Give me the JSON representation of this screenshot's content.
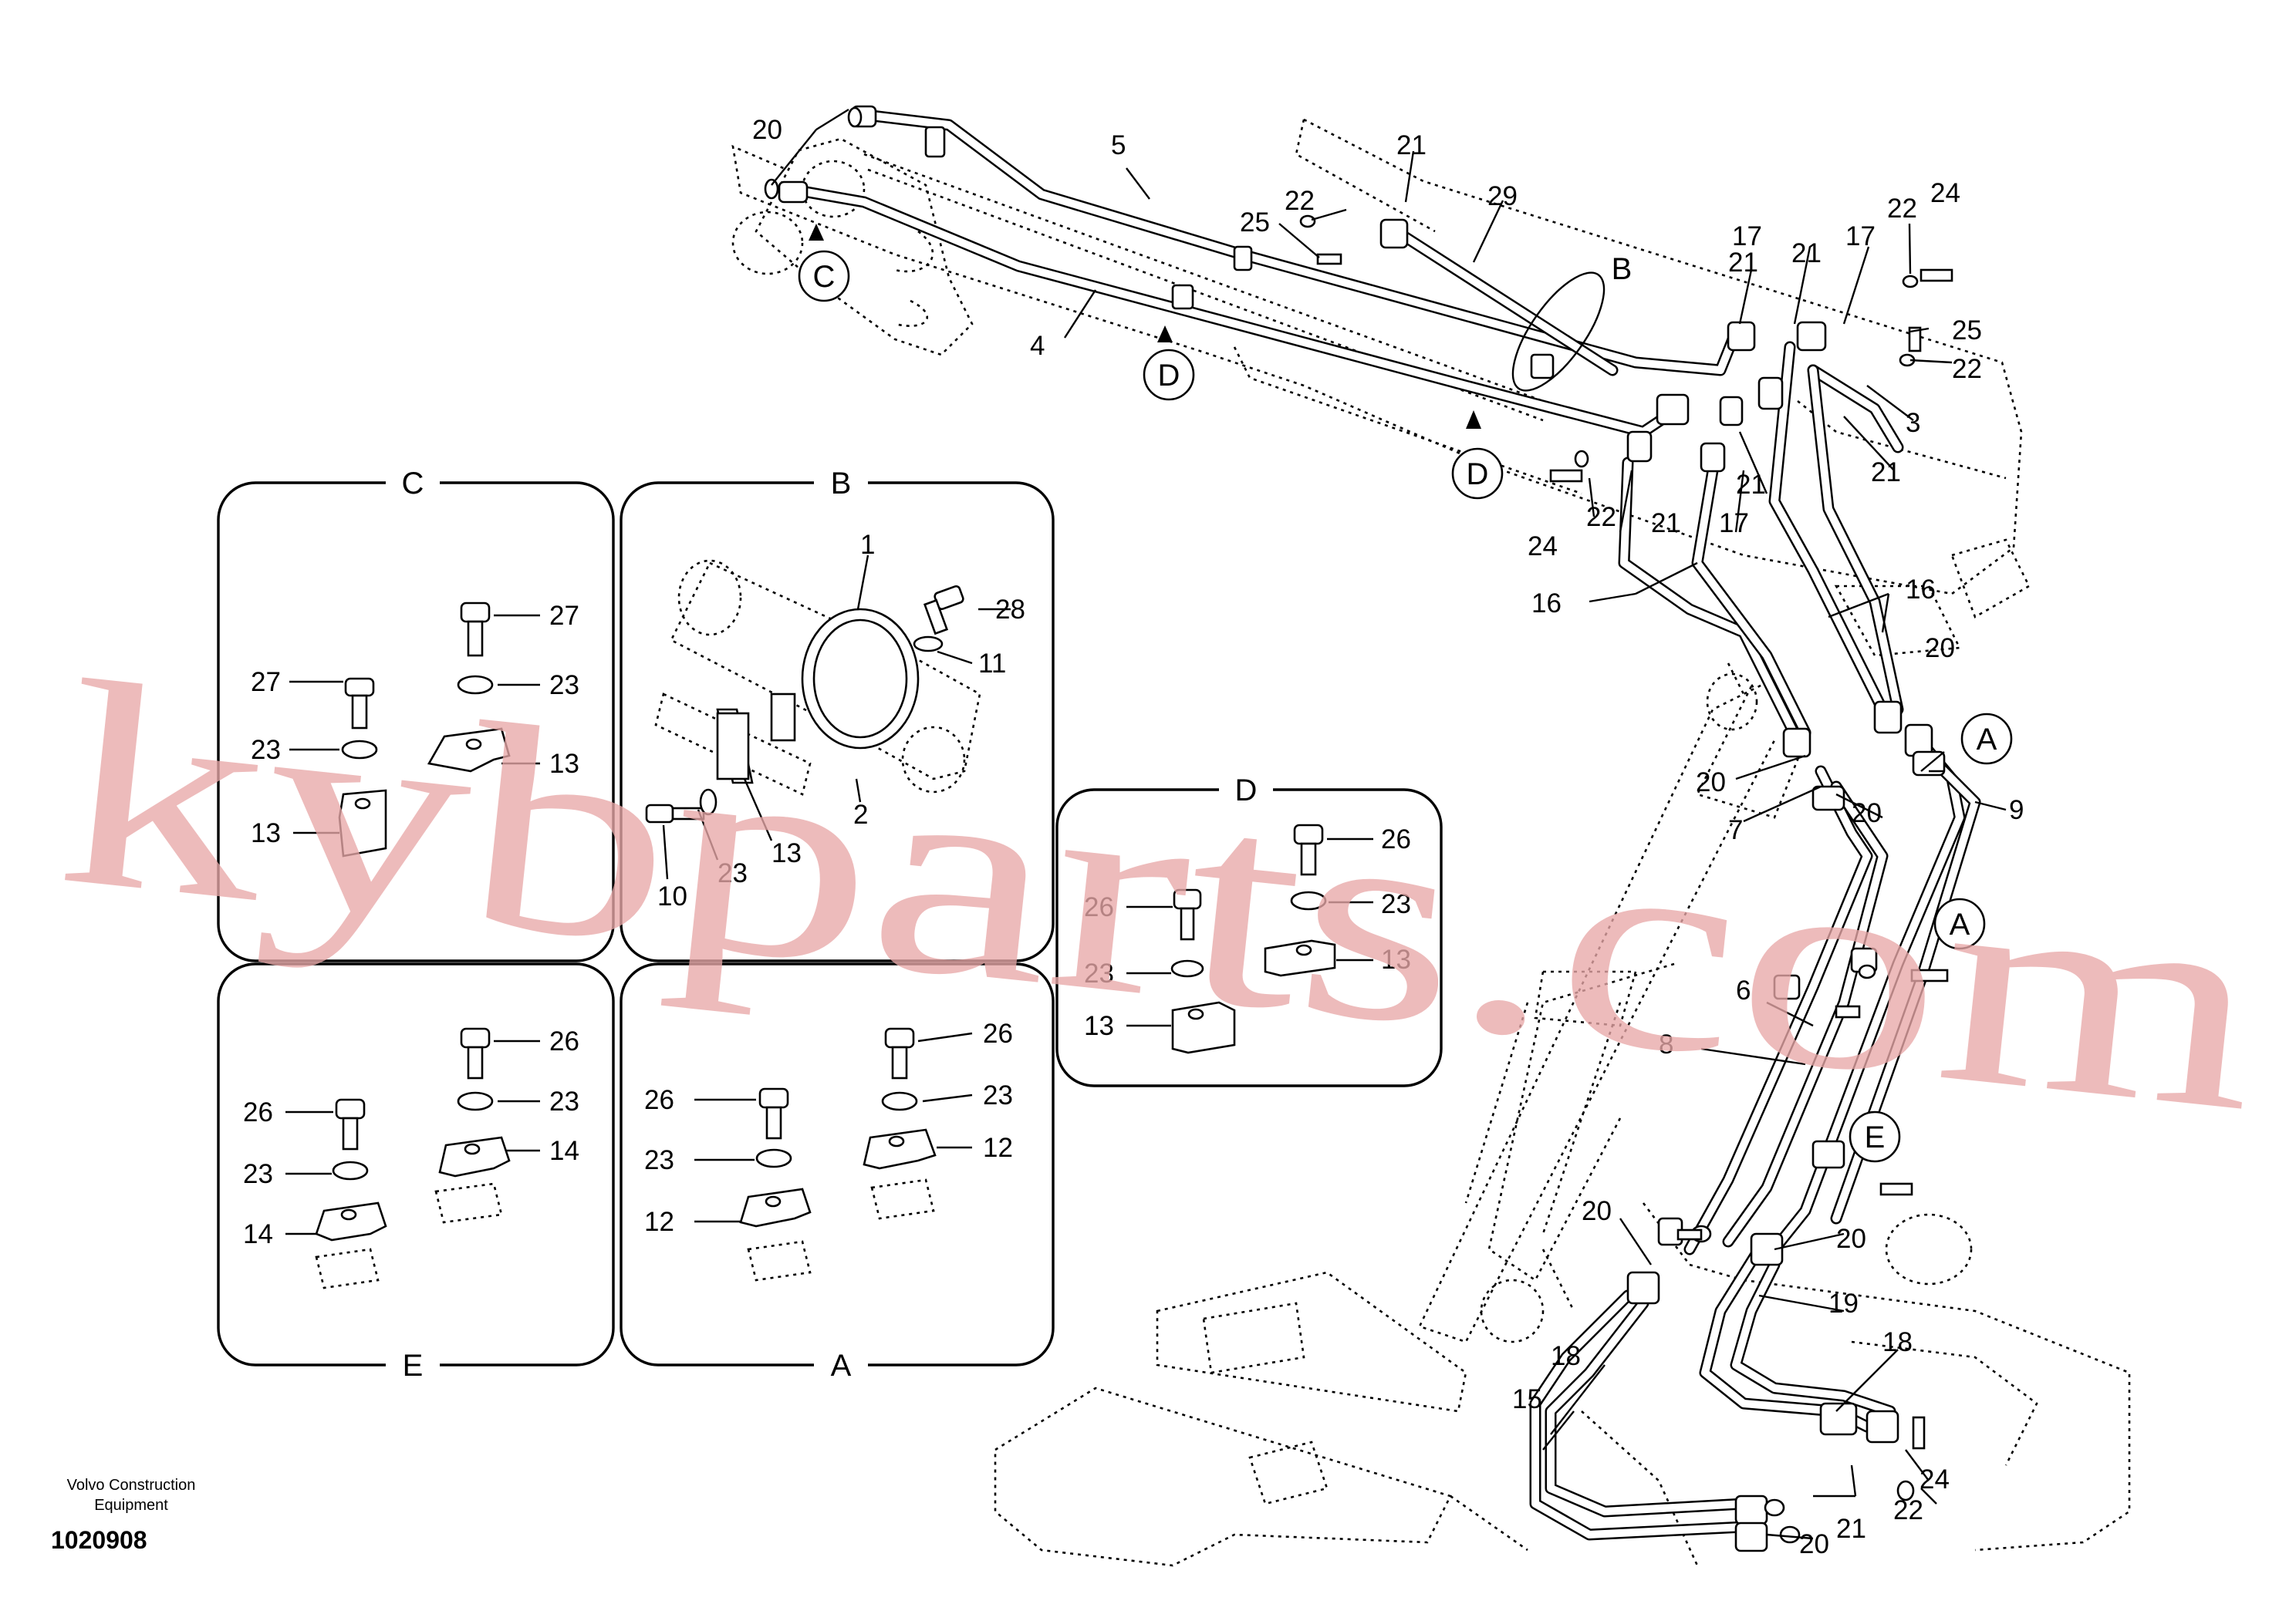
{
  "watermark": "kybparts.com",
  "footer": {
    "maker_line1": "Volvo Construction",
    "maker_line2": "Equipment",
    "document_number": "1020908"
  },
  "detail_views": {
    "C": "C",
    "B": "B",
    "D": "D",
    "E": "E",
    "A": "A"
  },
  "view_callouts": [
    "C",
    "D",
    "D",
    "B",
    "A",
    "A",
    "E"
  ],
  "labels": {
    "n1": "1",
    "n2": "2",
    "n3": "3",
    "n4": "4",
    "n5": "5",
    "n6": "6",
    "n7": "7",
    "n8": "8",
    "n9": "9",
    "n10": "10",
    "n11": "11",
    "n12": "12",
    "n13": "13",
    "n14": "14",
    "n15": "15",
    "n16": "16",
    "n17": "17",
    "n18": "18",
    "n19": "19",
    "n20": "20",
    "n21": "21",
    "n22": "22",
    "n23": "23",
    "n24": "24",
    "n25": "25",
    "n26": "26",
    "n27": "27",
    "n28": "28",
    "n29": "29"
  }
}
